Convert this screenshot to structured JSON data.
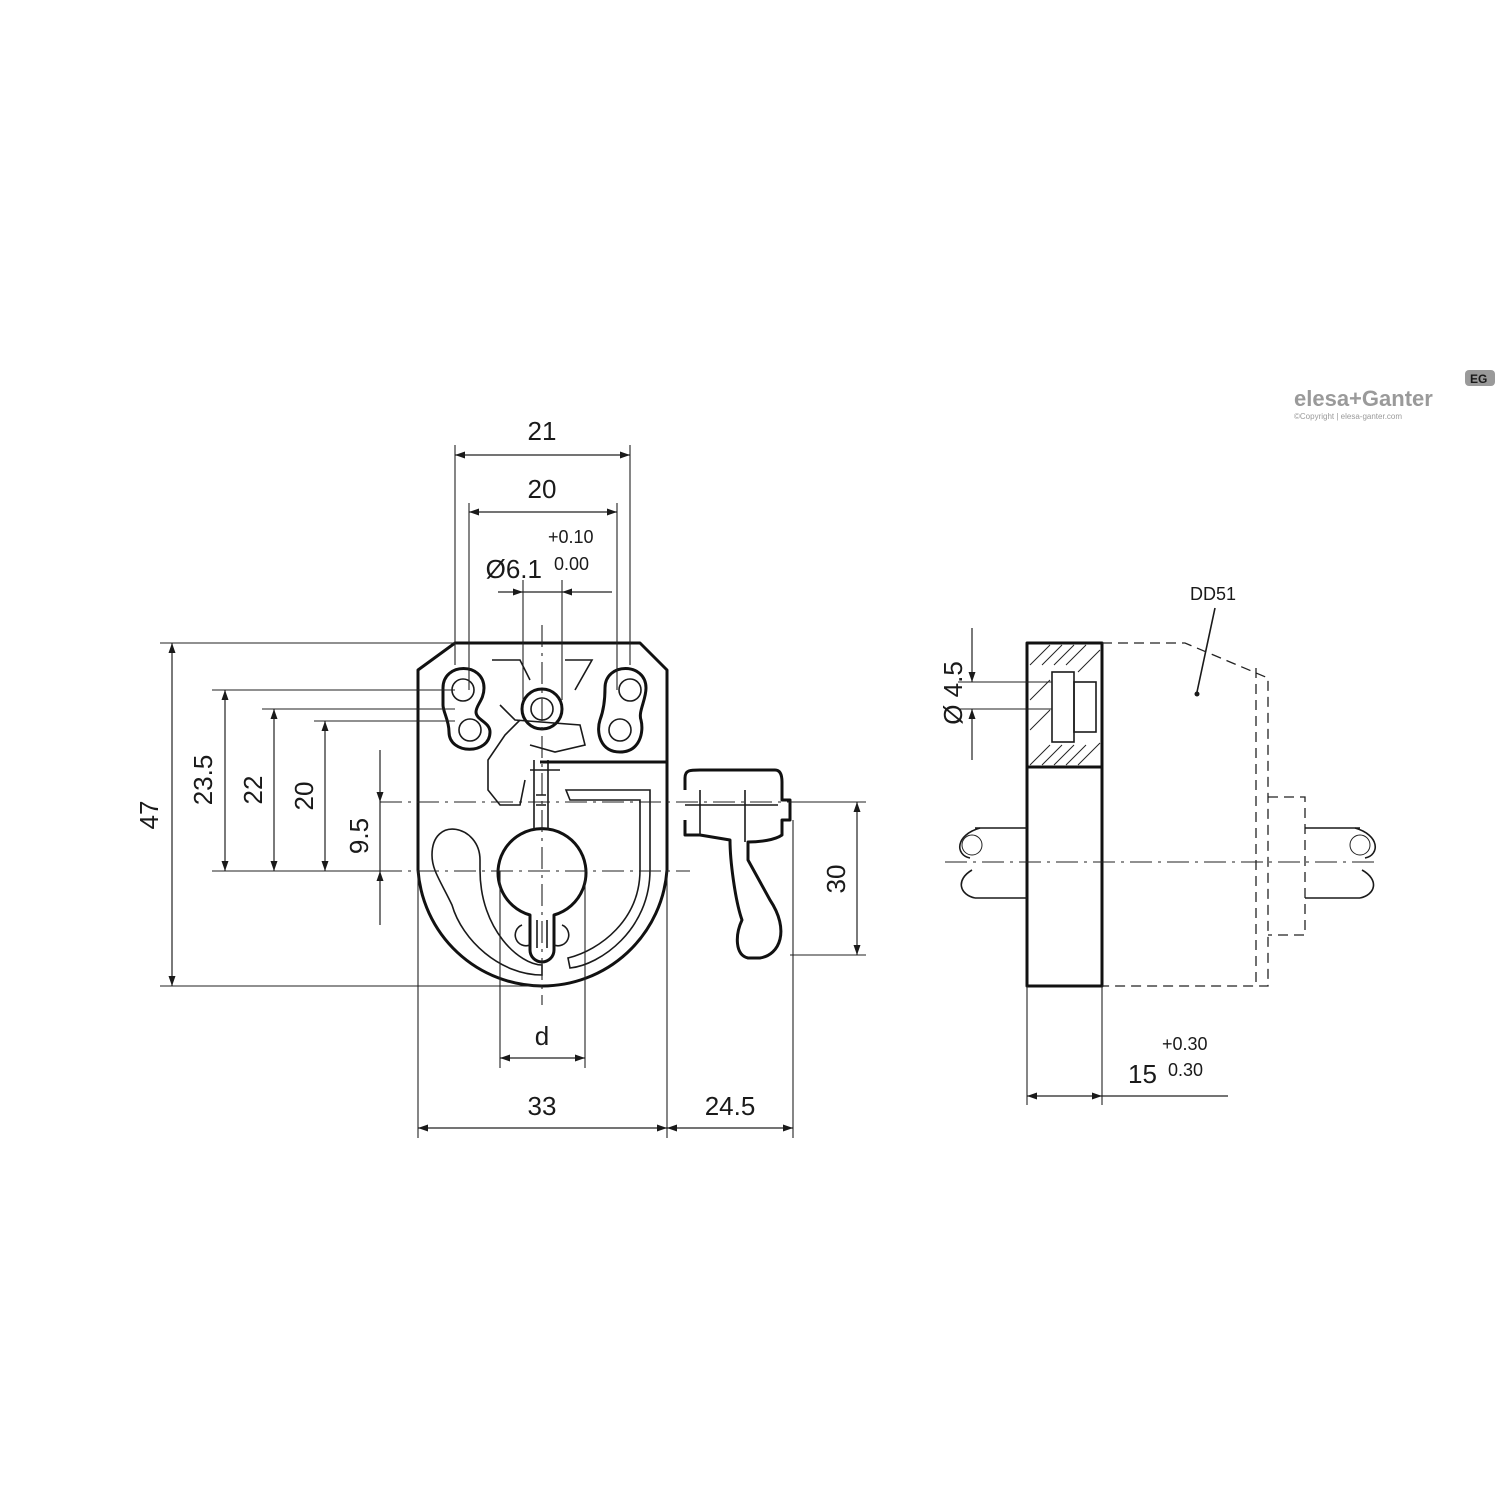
{
  "brand": {
    "logo_text": "elesa+Ganter",
    "badge": "EG",
    "copyright": "©Copyright | elesa-ganter.com"
  },
  "front_view": {
    "dims": {
      "width_outer_holes": "21",
      "width_inner_holes": "20",
      "pin_diameter": "Ø6.1",
      "pin_tol_upper": "+0.10",
      "pin_tol_lower": "0.00",
      "height_total": "47",
      "h_23_5": "23.5",
      "h_22": "22",
      "h_20": "20",
      "h_9_5": "9.5",
      "bore": "d",
      "width_body": "33",
      "width_lever": "24.5",
      "height_30": "30"
    }
  },
  "side_view": {
    "callout": "DD51",
    "dims": {
      "hole_diameter": "Ø 4.5",
      "thickness": "15",
      "thk_tol_upper": "+0.30",
      "thk_tol_lower": "0.30"
    }
  }
}
